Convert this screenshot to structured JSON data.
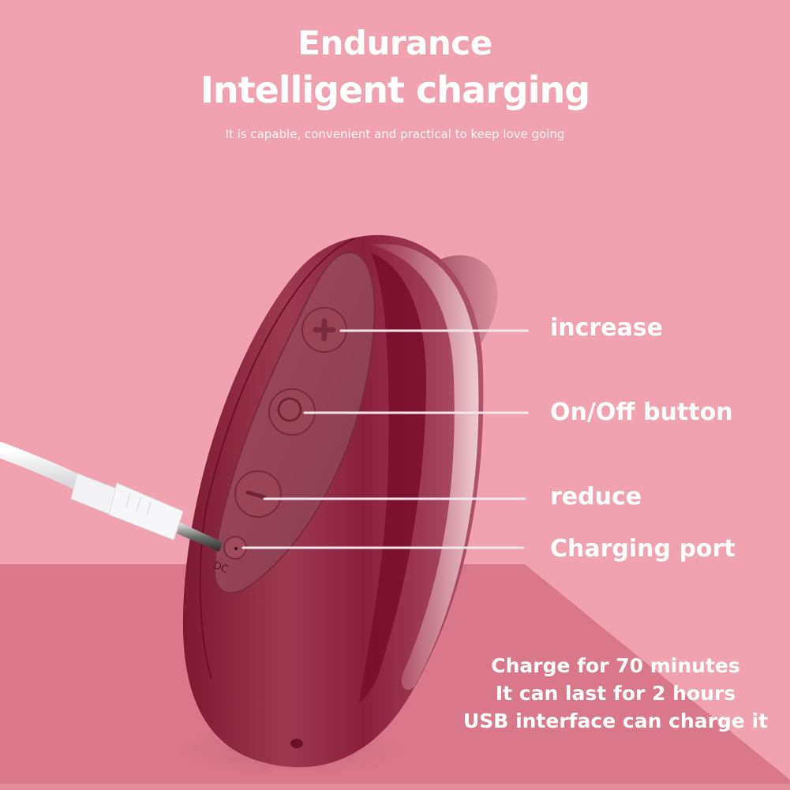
{
  "header": {
    "title_line1": "Endurance",
    "title_line2": "Intelligent charging",
    "subtitle": "It is capable, convenient and practical to keep love going"
  },
  "callouts": [
    {
      "id": "increase",
      "label": "increase",
      "icon": "plus-icon"
    },
    {
      "id": "on-off",
      "label": "On/Off button",
      "icon": "power-ring-icon"
    },
    {
      "id": "reduce",
      "label": "reduce",
      "icon": "minus-icon"
    },
    {
      "id": "charging-port",
      "label": "Charging port",
      "icon": "dc-port-icon"
    }
  ],
  "device": {
    "port_label": "DC"
  },
  "info": {
    "lines": [
      "Charge for 70 minutes",
      "It can last for 2 hours",
      "USB interface can charge it"
    ]
  },
  "colors": {
    "background": "#f0a2b0",
    "floor": "#d8788a",
    "device_body": "#8e1f3c",
    "device_stripe": "#7a0f2e",
    "text": "#ffffff",
    "leader_line": "#f3e6ea"
  }
}
